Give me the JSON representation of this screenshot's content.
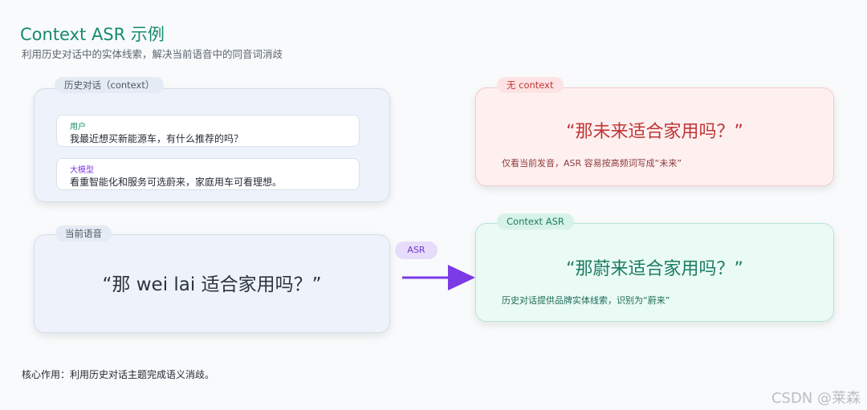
{
  "header": {
    "title": "Context ASR 示例",
    "subtitle": "利用历史对话中的实体线索，解决当前语音中的同音词消歧"
  },
  "history": {
    "tag": "历史对话（context）",
    "messages": [
      {
        "role": "用户",
        "text": "我最近想买新能源车，有什么推荐的吗？",
        "role_color": "#1f9070"
      },
      {
        "role": "大模型",
        "text": "看重智能化和服务可选蔚来，家庭用车可看理想。",
        "role_color": "#7d3be0"
      }
    ]
  },
  "current_speech": {
    "tag": "当前语音",
    "quote": "“那 wei lai 适合家用吗？”"
  },
  "arrow": {
    "label": "ASR",
    "color": "#7a3ae6"
  },
  "no_context": {
    "tag": "无 context",
    "quote": "“那未来适合家用吗？”",
    "note": "仅看当前发音，ASR 容易按高频词写成“未来”",
    "color": "#c03535"
  },
  "context_asr": {
    "tag": "Context ASR",
    "quote": "“那蔚来适合家用吗？”",
    "note": "历史对话提供品牌实体线索，识别为“蔚来”",
    "color": "#1b7c62"
  },
  "footer": {
    "text": "核心作用：利用历史对话主题完成语义消歧。"
  },
  "watermark": {
    "text": "CSDN @莱森"
  }
}
